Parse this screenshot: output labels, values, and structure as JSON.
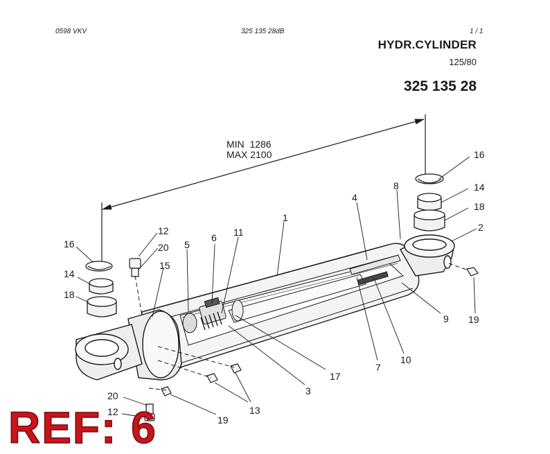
{
  "header": {
    "doc_code": "0598  VKV",
    "drawing_ref": "325 135 28dB",
    "page": "1 / 1"
  },
  "title": "HYDR.CYLINDER",
  "size": "125/80",
  "part_number": "325 135 28",
  "dimensions": {
    "min": "MIN  1286",
    "max": "MAX 2100"
  },
  "ref_label": "REF: 6",
  "callouts": [
    {
      "id": "c16a",
      "label": "16"
    },
    {
      "id": "c14a",
      "label": "14"
    },
    {
      "id": "c18a",
      "label": "18"
    },
    {
      "id": "c12a",
      "label": "12"
    },
    {
      "id": "c20a",
      "label": "20"
    },
    {
      "id": "c15",
      "label": "15"
    },
    {
      "id": "c5",
      "label": "5"
    },
    {
      "id": "c6",
      "label": "6"
    },
    {
      "id": "c11",
      "label": "11"
    },
    {
      "id": "c1",
      "label": "1"
    },
    {
      "id": "c4",
      "label": "4"
    },
    {
      "id": "c8",
      "label": "8"
    },
    {
      "id": "c16b",
      "label": "16"
    },
    {
      "id": "c14b",
      "label": "14"
    },
    {
      "id": "c18b",
      "label": "18"
    },
    {
      "id": "c2",
      "label": "2"
    },
    {
      "id": "c9",
      "label": "9"
    },
    {
      "id": "c19b",
      "label": "19"
    },
    {
      "id": "c10",
      "label": "10"
    },
    {
      "id": "c7",
      "label": "7"
    },
    {
      "id": "c17",
      "label": "17"
    },
    {
      "id": "c3",
      "label": "3"
    },
    {
      "id": "c13",
      "label": "13"
    },
    {
      "id": "c19a",
      "label": "19"
    },
    {
      "id": "c20b",
      "label": "20"
    },
    {
      "id": "c12b",
      "label": "12"
    }
  ]
}
